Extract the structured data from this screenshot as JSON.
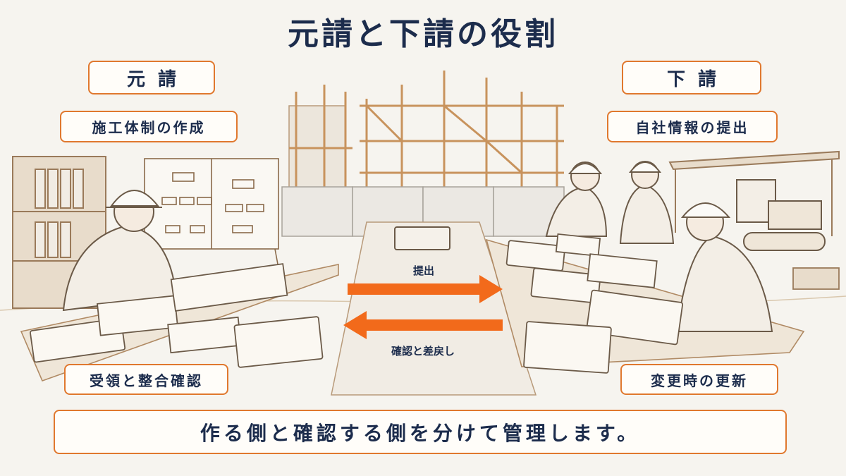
{
  "title": "元請と下請の役割",
  "contractor": {
    "role": "元請",
    "duty_top": "施工体制の作成",
    "duty_bottom": "受領と整合確認"
  },
  "subcontractor": {
    "role": "下請",
    "duty_top": "自社情報の提出",
    "duty_bottom": "変更時の更新"
  },
  "flow": {
    "submit_label": "提出",
    "return_label": "確認と差戻し"
  },
  "footer": "作る側と確認する側を分けて管理します。",
  "colors": {
    "accent": "#e0782e",
    "arrow": "#f26a1b",
    "title_navy": "#1c2c4c",
    "sketch": "#8a5a32"
  }
}
